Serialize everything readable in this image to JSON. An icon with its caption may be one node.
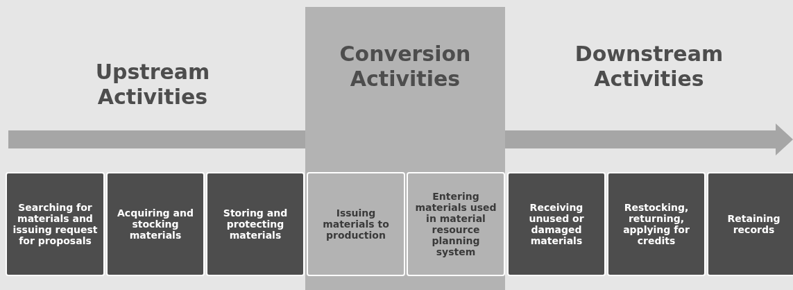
{
  "diagram": {
    "nodes": [
      {
        "text": [
          "Searching for materials and issuing request for proposals"
        ]
      },
      {
        "text": [
          "Acquiring and stocking materials"
        ]
      },
      {
        "text": [
          "Storing and protecting materials"
        ]
      },
      {
        "text": [
          "Conversion Activities"
        ]
      },
      {
        "text": [
          "Issuing materials to production"
        ],
        "in": 3
      },
      {
        "text": [
          "Entering materials used in material resource planning system"
        ],
        "in": 3
      },
      {
        "text": [
          "Receiving unused or damaged materials"
        ]
      },
      {
        "text": [
          "Restocking, returning, applying for credits"
        ]
      },
      {
        "text": [
          "Retaining records"
        ]
      }
    ],
    "edges": [],
    "labels": [
      "Upstream Activities",
      "Downstream Activities"
    ]
  }
}
